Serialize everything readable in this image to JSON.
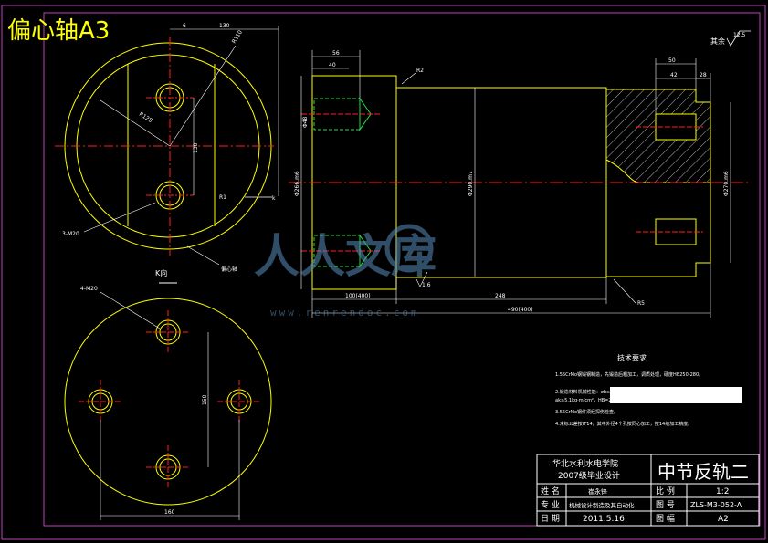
{
  "sheet_label": "偏心轴A3",
  "roughness_label": "其余",
  "roughness_value": "12.5",
  "view_k_label": "K向",
  "k_arrow_label": "k",
  "view1": {
    "hole_callout": "3-M20",
    "dim_130": "130",
    "dim_6": "6",
    "dim_r110": "R110",
    "dim_r128": "R128",
    "dim_r1": "R1",
    "center_dim": "130",
    "shaft_label": "偏心轴"
  },
  "view3": {
    "hole_callout": "4-M20",
    "dim_vertical": "150",
    "dim_horizontal": "160"
  },
  "side_view": {
    "dim_top_outer": "56",
    "dim_top_inner": "40",
    "dim_r2_top": "R2",
    "dim_left_len": "100(400)",
    "dim_middle_len": "248",
    "dim_total": "490(400)",
    "dim_dia_left": "Φ266.m6",
    "dim_dia_mid": "Φ290.m7",
    "dim_dia_right": "Φ270.m6",
    "dim_small": "Φ48",
    "dim_right_50": "50",
    "dim_right_42": "42",
    "dim_right_28": "28",
    "dim_r5_bottom": "R5",
    "roughness_small": "1.6"
  },
  "tech_req": {
    "heading": "技术要求",
    "items": [
      "1.55CrMo钢锻钢制造，先锻造后粗加工，调质处理，硬度HB250-280。",
      "2.锻造材料机械性能：σb≥88.5kg/mm²，σs≥65kg/mm²，δ≥14%，ψ≥45%",
      "  ak≥5.1kg·m/cm²，HB=241~286.",
      "3.55CrMo钢件须经探伤检查。",
      "4.未标公差按IT14，其中外径4个孔按同心加工，按14级加工精度。"
    ]
  },
  "title_block": {
    "school": "华北水利水电学院",
    "grade": "2007级毕业设计",
    "drawing_title": "中节反轨二",
    "rows": [
      {
        "label": "姓 名",
        "value": "崔永锋",
        "label2": "比 例",
        "value2": "1:2"
      },
      {
        "label": "专 业",
        "value": "机械设计制造及其自动化",
        "label2": "图 号",
        "value2": "ZLS-M3-052-A"
      },
      {
        "label": "日 期",
        "value": "2011.5.16",
        "label2": "图 幅",
        "value2": "A2"
      }
    ]
  },
  "watermark_text": "人人文库",
  "watermark_url": "www.renrendoc.com"
}
